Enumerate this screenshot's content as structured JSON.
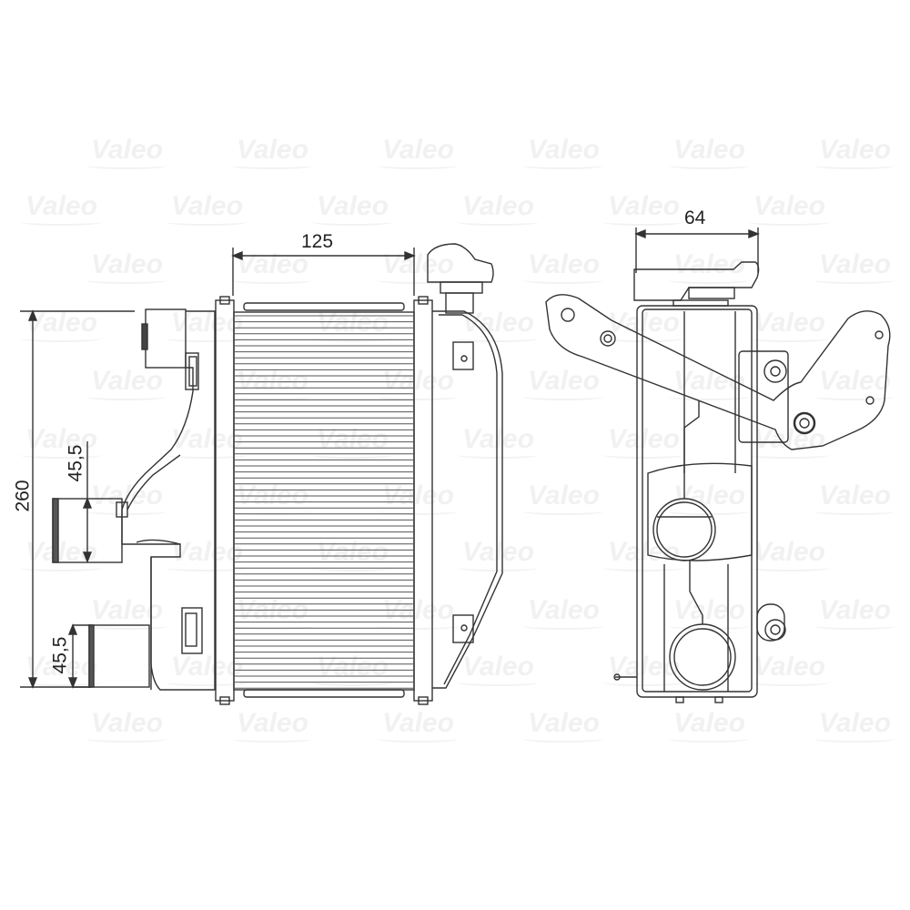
{
  "watermark": {
    "text": "Valeo",
    "color": "#f1f1f1",
    "rows": [
      170,
      232,
      296,
      360,
      424,
      488,
      550,
      612,
      676,
      738,
      800
    ],
    "columns_even": [
      100,
      260,
      420,
      580,
      740,
      900
    ],
    "columns_odd": [
      28,
      188,
      348,
      508,
      668,
      828
    ]
  },
  "diagram": {
    "title": "Intercooler technical drawing",
    "line_color": "#333333",
    "views": [
      {
        "name": "side-view-with-core",
        "position": "left"
      },
      {
        "name": "end-view-with-bracket",
        "position": "right"
      }
    ],
    "dimensions": {
      "core_width": "125",
      "overall_height": "260",
      "upper_pipe_diameter": "45,5",
      "lower_pipe_diameter": "45,5",
      "end_view_width": "64"
    }
  }
}
